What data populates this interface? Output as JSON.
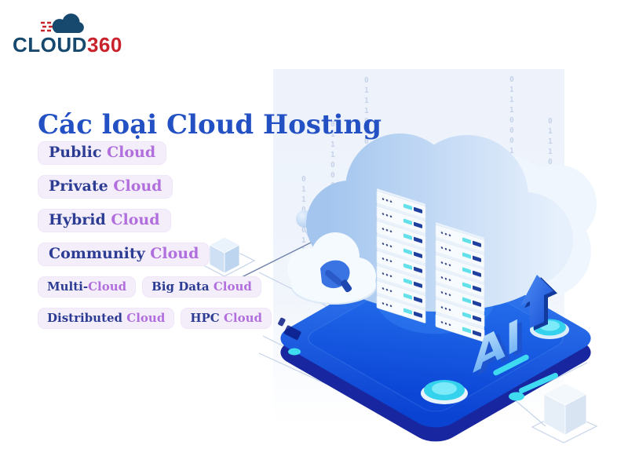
{
  "brand": {
    "name_primary": "CLOUD",
    "name_secondary": "360"
  },
  "title": "Các loại Cloud Hosting",
  "pill_rows": [
    {
      "size": "lg",
      "pills": [
        {
          "dark": "Public",
          "sep": " ",
          "accent": "Cloud"
        }
      ]
    },
    {
      "size": "lg",
      "pills": [
        {
          "dark": "Private",
          "sep": " ",
          "accent": "Cloud"
        }
      ]
    },
    {
      "size": "lg",
      "pills": [
        {
          "dark": "Hybrid",
          "sep": " ",
          "accent": "Cloud"
        }
      ]
    },
    {
      "size": "lg",
      "pills": [
        {
          "dark": "Community",
          "sep": " ",
          "accent": "Cloud"
        }
      ]
    },
    {
      "size": "sm",
      "pills": [
        {
          "dark": "Multi-",
          "sep": "",
          "accent": "Cloud"
        },
        {
          "dark": "Big Data",
          "sep": " ",
          "accent": "Cloud"
        }
      ]
    },
    {
      "size": "sm",
      "pills": [
        {
          "dark": "Distributed",
          "sep": " ",
          "accent": "Cloud"
        },
        {
          "dark": "HPC",
          "sep": " ",
          "accent": "Cloud"
        }
      ]
    }
  ],
  "illustration": {
    "ai_label": "AI",
    "binary_columns": [
      {
        "digits": "011000110"
      },
      {
        "digits": "01110000110011"
      },
      {
        "digits": "011100001100111"
      },
      {
        "digits": "0111000110"
      },
      {
        "digits": "0111000011001"
      }
    ],
    "server_racks": [
      {
        "units": 8
      },
      {
        "units": 7
      }
    ]
  },
  "colors": {
    "brand_navy": "#17486e",
    "brand_red": "#c8222b",
    "title_blue": "#2351c4",
    "pill_bg": "#f4eefb",
    "pill_dark": "#2c3c93",
    "pill_purple": "#b16fdd",
    "panel_blue": "#eef3fb",
    "cyan": "#3fd9f2",
    "tablet_blue": "#0c46d6",
    "binary_blue": "#c6d3e9"
  }
}
